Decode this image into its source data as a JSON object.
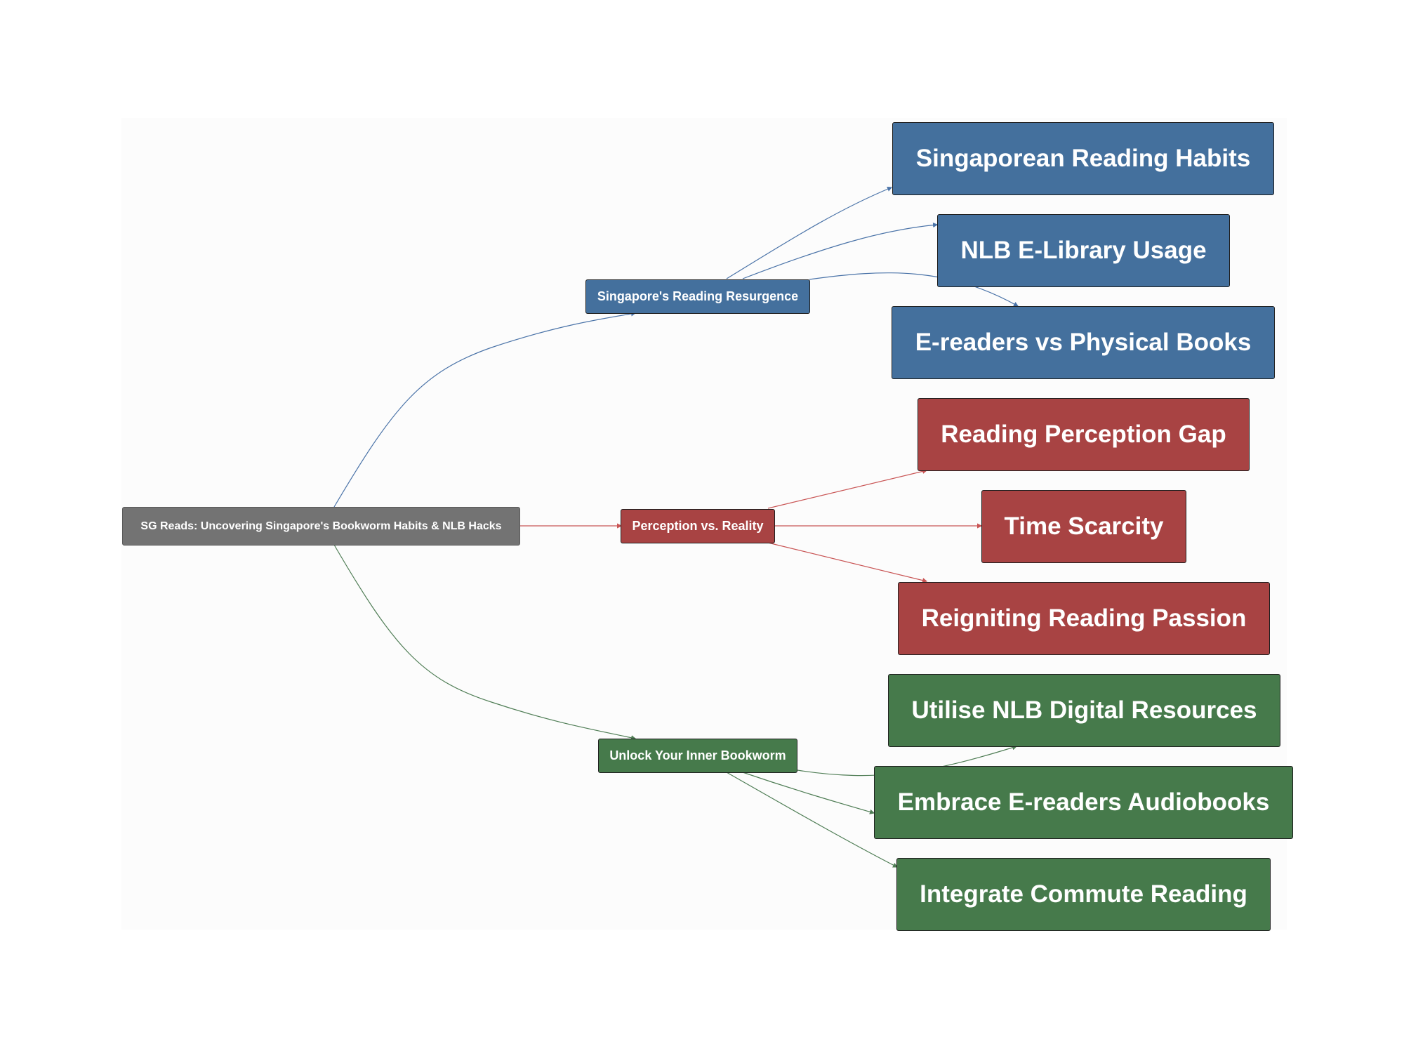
{
  "colors": {
    "root": "#737373",
    "blue": "#44709d",
    "red": "#a84343",
    "green": "#467a4b",
    "edge_blue": "#4a73a8",
    "edge_red": "#c95555",
    "edge_green": "#4f7d55"
  },
  "root": {
    "label": "SG Reads: Uncovering Singapore's Bookworm Habits & NLB Hacks"
  },
  "branches": [
    {
      "label": "Singapore's Reading Resurgence",
      "color": "blue",
      "children": [
        {
          "label": "Singaporean Reading Habits"
        },
        {
          "label": "NLB E-Library Usage"
        },
        {
          "label": "E-readers vs Physical Books"
        }
      ]
    },
    {
      "label": "Perception vs. Reality",
      "color": "red",
      "children": [
        {
          "label": "Reading Perception Gap"
        },
        {
          "label": "Time Scarcity"
        },
        {
          "label": "Reigniting Reading Passion"
        }
      ]
    },
    {
      "label": "Unlock Your Inner Bookworm",
      "color": "green",
      "children": [
        {
          "label": "Utilise NLB Digital Resources"
        },
        {
          "label": "Embrace E-readers Audiobooks"
        },
        {
          "label": "Integrate Commute Reading"
        }
      ]
    }
  ]
}
